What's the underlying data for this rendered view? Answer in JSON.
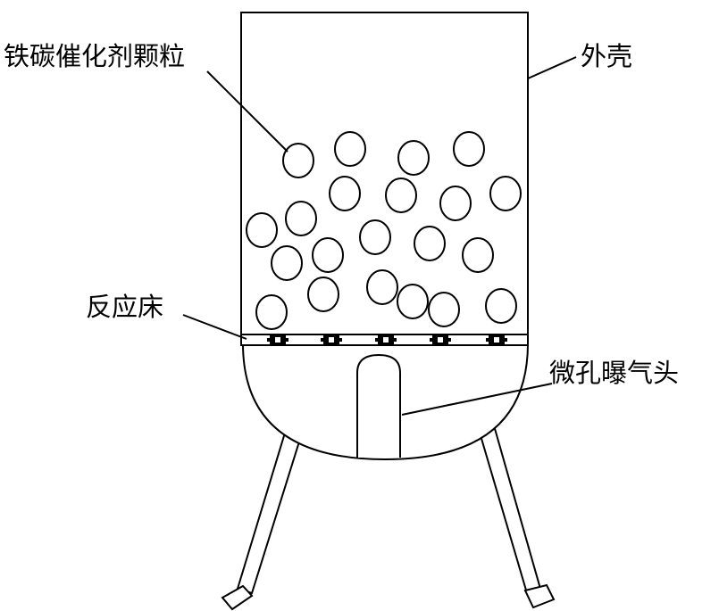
{
  "labels": {
    "catalyst": "铁碳催化剂颗粒",
    "shell": "外壳",
    "bed": "反应床",
    "aerator": "微孔曝气头"
  },
  "colors": {
    "stroke": "#000000",
    "background": "#ffffff"
  }
}
